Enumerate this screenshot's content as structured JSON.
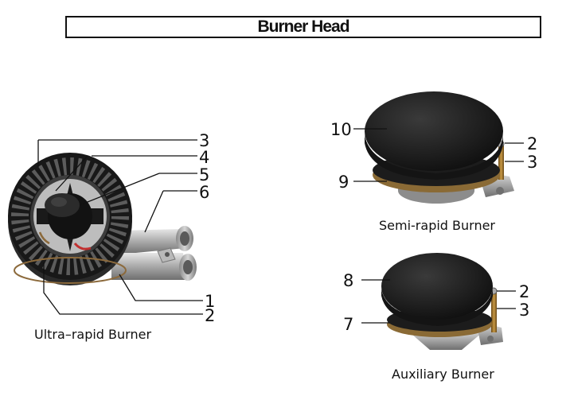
{
  "title": "Burner Head",
  "burners": {
    "ultra_rapid": {
      "caption": "Ultra–rapid Burner",
      "callouts": [
        "3",
        "4",
        "5",
        "6",
        "1",
        "2"
      ]
    },
    "semi_rapid": {
      "caption": "Semi-rapid Burner",
      "callouts": [
        "10",
        "9",
        "2",
        "3"
      ]
    },
    "auxiliary": {
      "caption": "Auxiliary Burner",
      "callouts": [
        "8",
        "7",
        "2",
        "3"
      ]
    }
  }
}
